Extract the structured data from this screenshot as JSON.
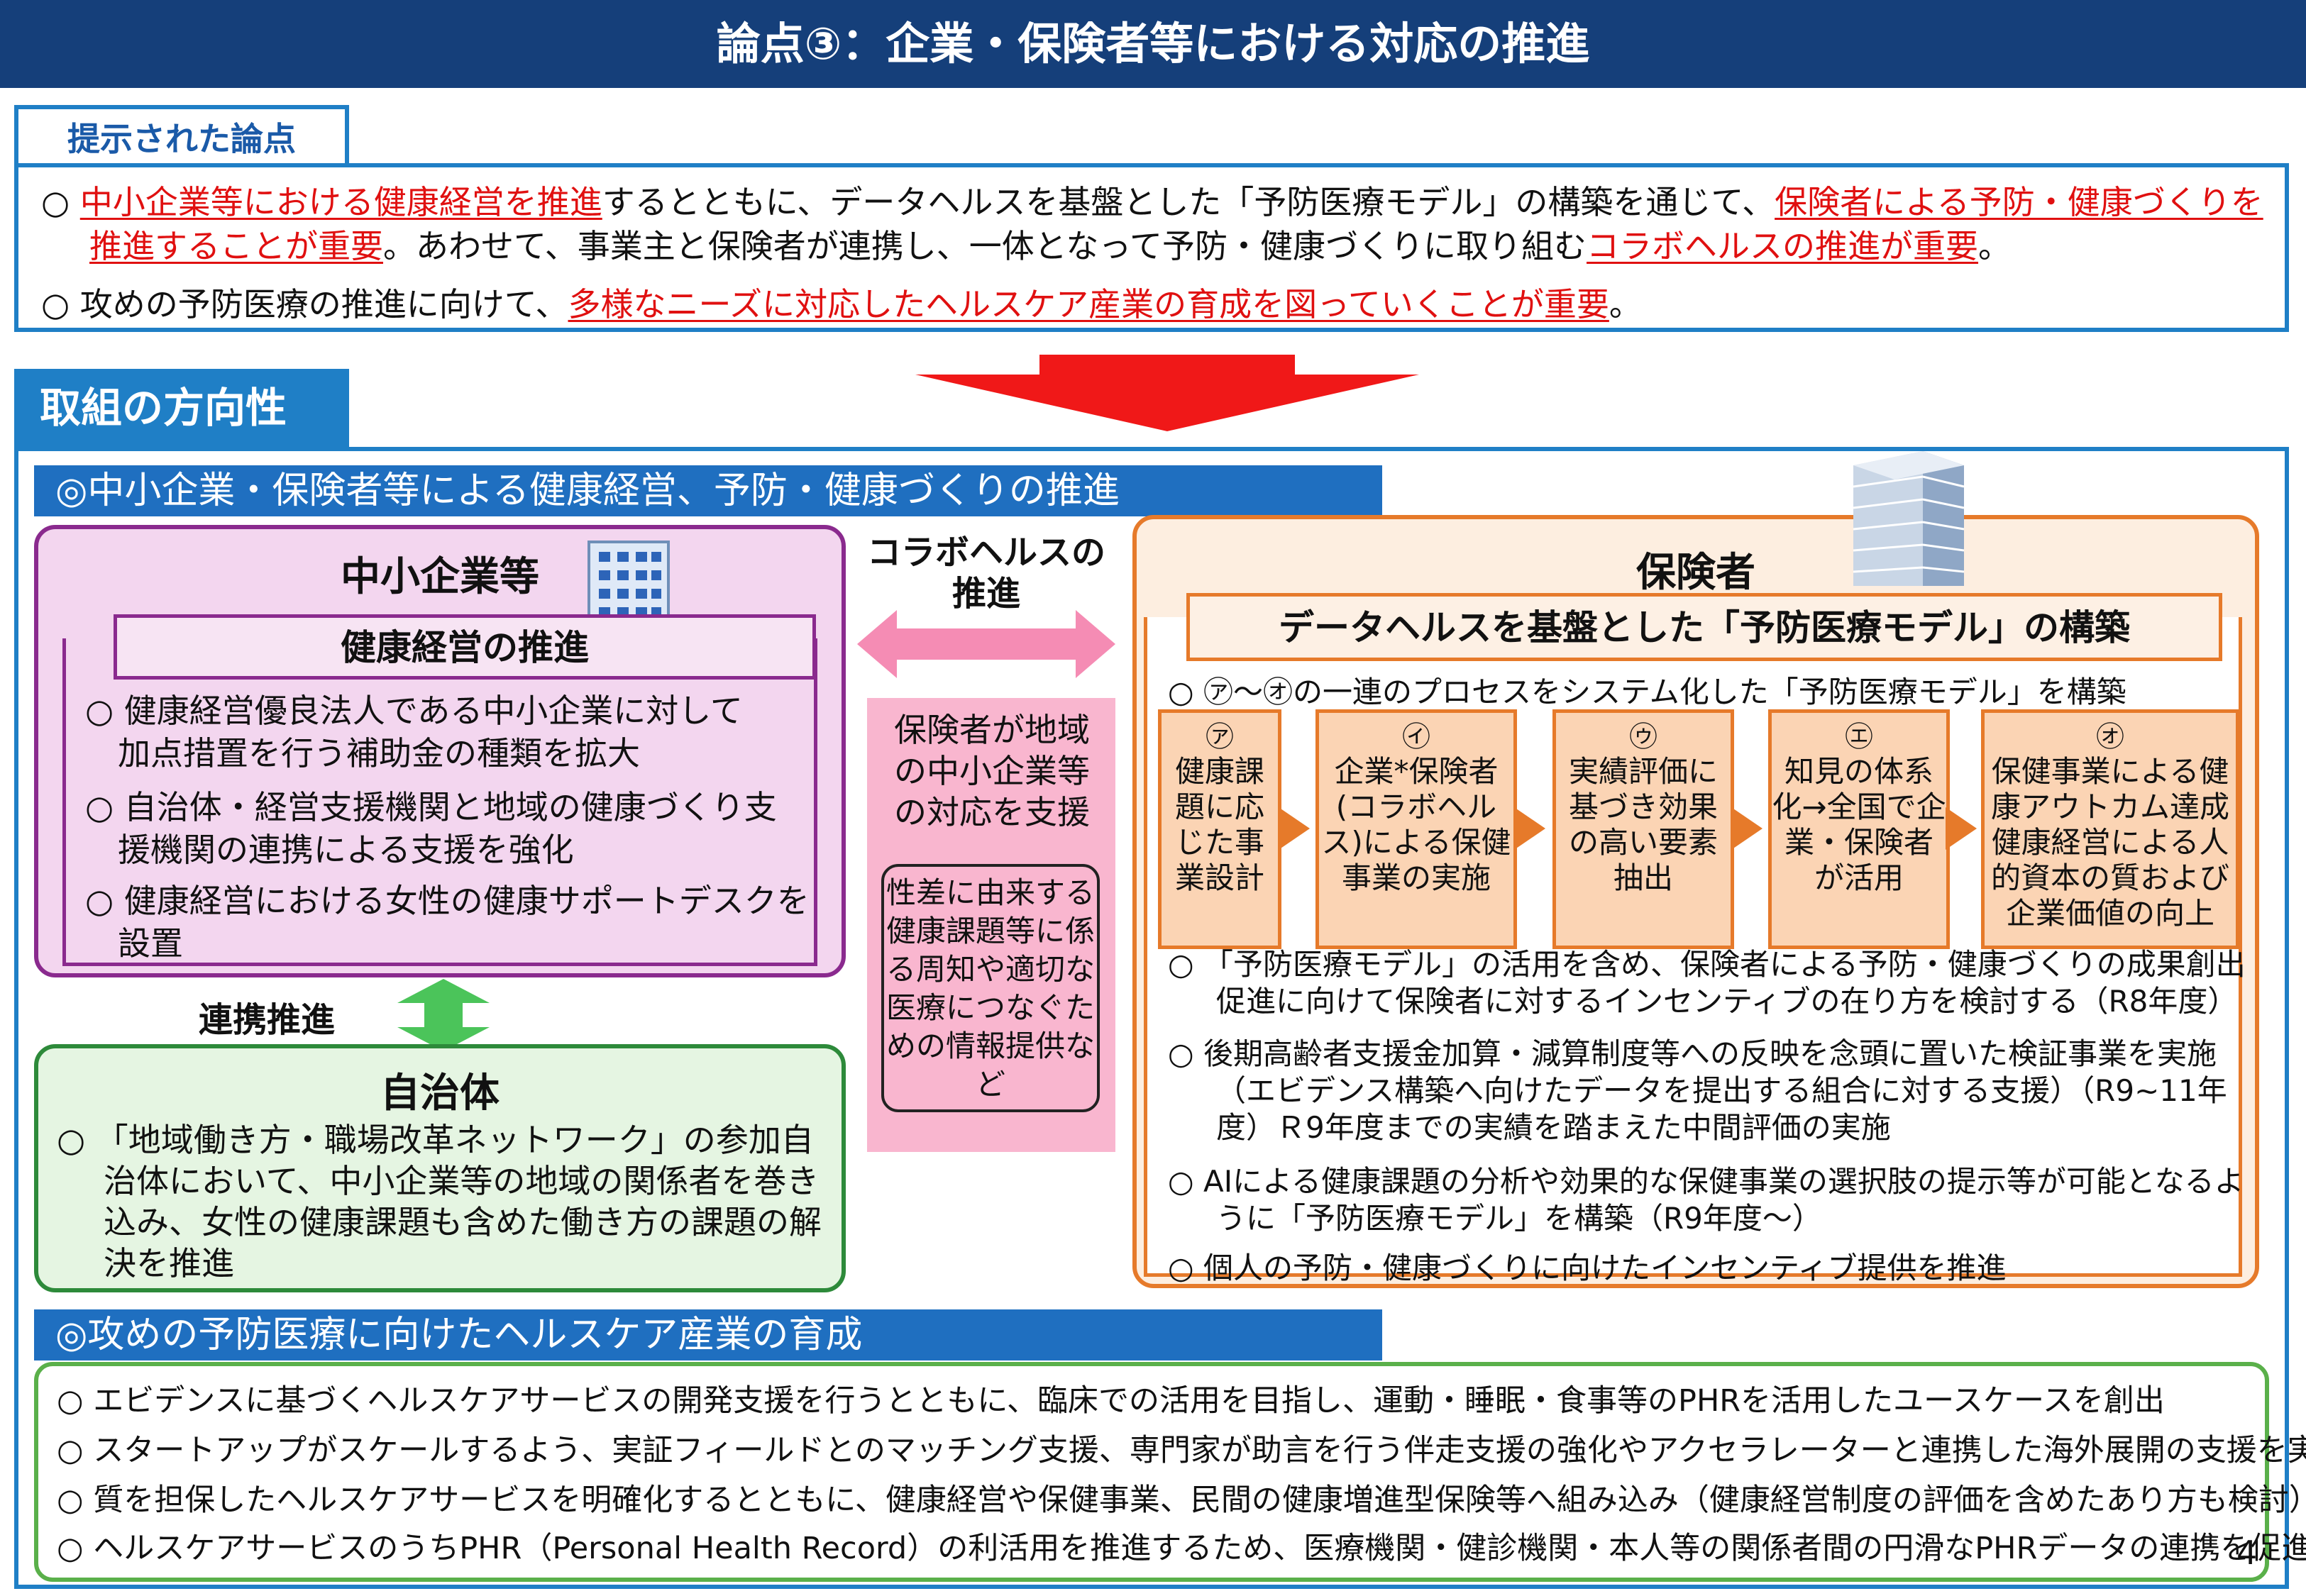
{
  "header": {
    "title": "論点③：企業・保険者等における対応の推進"
  },
  "key_points": {
    "tab": "提示された論点",
    "item1": {
      "bullet": "○",
      "seg1": "中小企業等における健康経営を推進",
      "seg2": "するとともに、データヘルスを基盤とした「予防医療モデル」の構築を通じて、",
      "seg3": "保険者による予防・健康づくりを",
      "seg4": "推進することが重要",
      "seg5": "。あわせて、事業主と保険者が連携し、一体となって予防・健康づくりに取り組む",
      "seg6": "コラボヘルスの推進が重要",
      "seg7": "。"
    },
    "item2": {
      "bullet": "○",
      "seg1": "攻めの予防医療の推進に向けて、",
      "seg2": "多様なニーズに対応したヘルスケア産業の育成を図っていくことが重要",
      "seg3": "。"
    }
  },
  "direction": {
    "tab": "取組の方向性",
    "section1": "◎中小企業・保険者等による健康経営、予防・健康づくりの推進",
    "section2": "◎攻めの予防医療に向けたヘルスケア産業の育成"
  },
  "sme": {
    "title": "中小企業等",
    "subtitle": "健康経営の推進",
    "items": [
      {
        "line1": "○ 健康経営優良法人である中小企業に対して",
        "line2": "加点措置を行う補助金の種類を拡大"
      },
      {
        "line1": "○ 自治体・経営支援機関と地域の健康づくり支",
        "line2": "援機関の連携による支援を強化"
      },
      {
        "line1": "○ 健康経営における女性の健康サポートデスクを",
        "line2": "設置"
      }
    ]
  },
  "renkei": {
    "label": "連携推進"
  },
  "municipality": {
    "title": "自治体",
    "text": "○ 「地域働き方・職場改革ネットワーク」の参加自治体において、中小企業等の地域の関係者を巻き込み、女性の健康課題も含めた働き方の課題の解決を推進"
  },
  "collabo": {
    "label_line1": "コラボヘルスの",
    "label_line2": "推進",
    "support_text": "保険者が地域の中小企業等の対応を支援",
    "inner_text": "性差に由来する健康課題等に係る周知や適切な医療につなぐための情報提供など"
  },
  "insurer": {
    "title": "保険者",
    "subtitle": "データヘルスを基盤とした「予防医療モデル」の構築",
    "intro": "○ ㋐～㋔の一連のプロセスをシステム化した「予防医療モデル」を構築",
    "steps": [
      {
        "mark": "㋐",
        "text": "健康課題に応じた事業設計"
      },
      {
        "mark": "㋑",
        "text": "企業*保険者(コラボヘルス)による保健事業の実施"
      },
      {
        "mark": "㋒",
        "text": "実績評価に基づき効果の高い要素抽出"
      },
      {
        "mark": "㋓",
        "text": "知見の体系化→全国で企業・保険者が活用"
      },
      {
        "mark": "㋔",
        "text": "保健事業による健康アウトカム達成健康経営による人的資本の質および企業価値の向上"
      }
    ],
    "items": [
      "○ 「予防医療モデル」の活用を含め、保険者による予防・健康づくりの成果創出促進に向けて保険者に対するインセンティブの在り方を検討する（R8年度）",
      "○ 後期高齢者支援金加算・減算制度等への反映を念頭に置いた検証事業を実施（エビデンス構築へ向けたデータを提出する組合に対する支援）（R9~11年度）Ｒ9年度までの実績を踏まえた中間評価の実施",
      "○ AIによる健康課題の分析や効果的な保健事業の選択肢の提示等が可能となるように「予防医療モデル」を構築（R9年度～）",
      "○ 個人の予防・健康づくりに向けたインセンティブ提供を推進"
    ]
  },
  "healthcare": {
    "items": [
      "○ エビデンスに基づくヘルスケアサービスの開発支援を行うとともに、臨床での活用を目指し、運動・睡眠・食事等のPHRを活用したユースケースを創出",
      "○ スタートアップがスケールするよう、実証フィールドとのマッチング支援、専門家が助言を行う伴走支援の強化やアクセラレーターと連携した海外展開の支援を実施",
      "○ 質を担保したヘルスケアサービスを明確化するとともに、健康経営や保健事業、民間の健康増進型保険等へ組み込み（健康経営制度の評価を含めたあり方も検討）",
      "○ ヘルスケアサービスのうちPHR（Personal Health Record）の利活用を推進するため、医療機関・健診機関・本人等の関係者間の円滑なPHRデータの連携を促進"
    ]
  },
  "page_number": "4",
  "colors": {
    "header_bg": "#153f7a",
    "accent_blue": "#1f7fc6",
    "emphasis_red": "#e01010",
    "sme_purple": "#8a2a8e",
    "municipality_green": "#2d8a3a",
    "insurer_orange": "#e67a2a",
    "collabo_pink": "#f9b6cf"
  }
}
